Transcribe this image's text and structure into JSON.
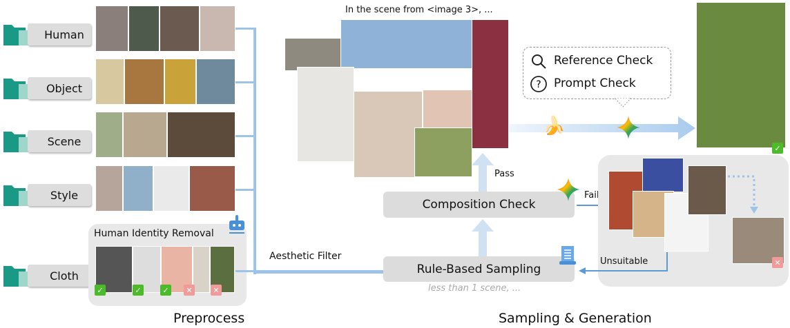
{
  "categories": [
    {
      "label": "Human"
    },
    {
      "label": "Object"
    },
    {
      "label": "Scene"
    },
    {
      "label": "Style"
    },
    {
      "label": "Cloth"
    }
  ],
  "cloth_panel": {
    "title": "Human Identity Removal",
    "marks": [
      "check",
      "check",
      "check",
      "cross",
      "cross"
    ]
  },
  "edges": {
    "aesthetic": "Aesthetic Filter",
    "pass": "Pass",
    "fail": "Fail",
    "unsuitable": "Unsuitable"
  },
  "boxes": {
    "rule": "Rule-Based Sampling",
    "rule_note": "less than 1 scene, ...",
    "composition": "Composition Check"
  },
  "prompt": "In the scene from <image 3>, ...",
  "bubble": {
    "reference": "Reference Check",
    "prompt_check": "Prompt Check"
  },
  "sections": {
    "preprocess": "Preprocess",
    "generation": "Sampling & Generation"
  },
  "colors": {
    "accent": "#9ec3e8",
    "folder": "#1a9a86",
    "check": "#4cbb2a",
    "cross": "#f29a9a"
  }
}
